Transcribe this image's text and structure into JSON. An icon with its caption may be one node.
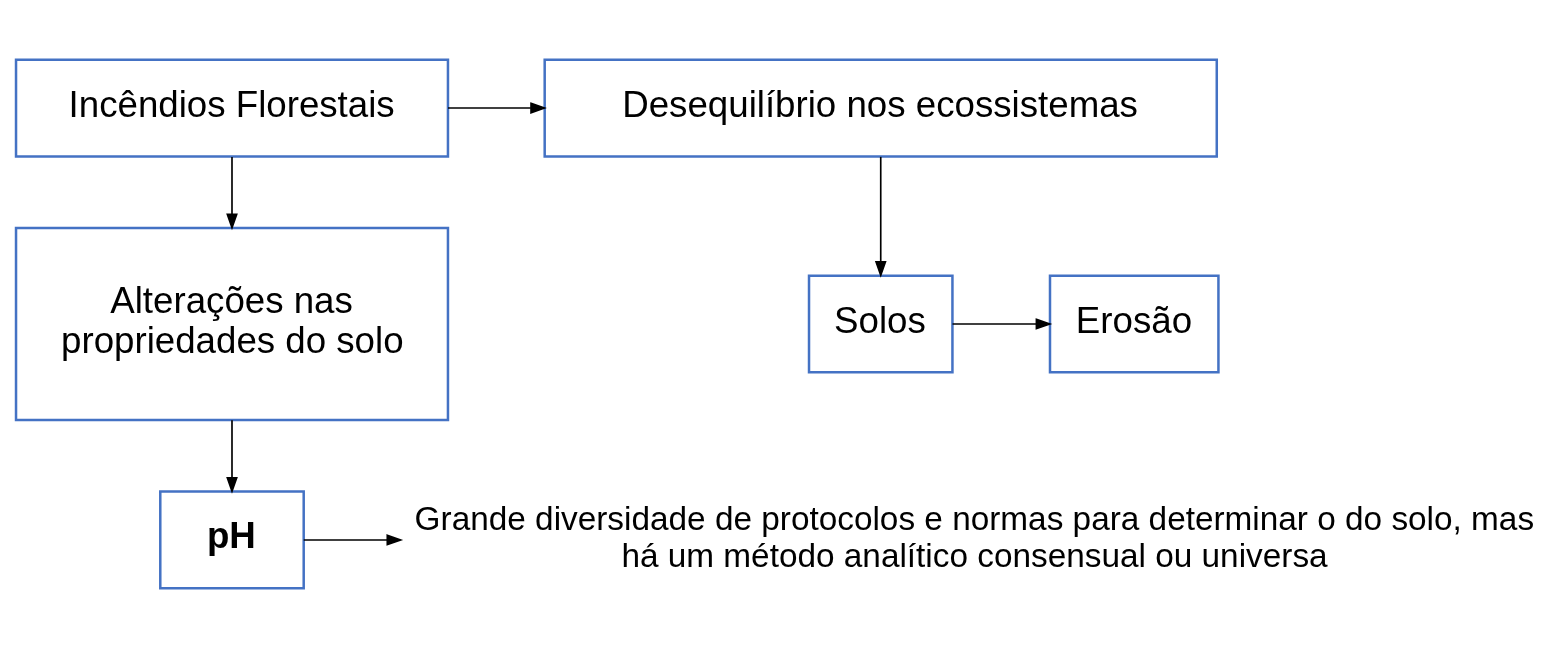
{
  "diagram": {
    "nodes": [
      {
        "text": [
          "Incêndios Florestais"
        ]
      },
      {
        "text": [
          "Desequilíbrio nos ecossistemas"
        ]
      },
      {
        "text": [
          "Alterações nas propriedades do solo"
        ]
      },
      {
        "text": [
          "Solos"
        ]
      },
      {
        "text": [
          "Erosão"
        ]
      },
      {
        "text": [
          "pH"
        ]
      },
      {
        "text": [
          "Grande diversidade de protocolos e normas para determinar o do solo, mas há um método analítico consensual ou universa"
        ]
      }
    ],
    "edges": [
      {
        "from": 0,
        "to": 1,
        "arrow": "to"
      },
      {
        "from": 0,
        "to": 2,
        "arrow": "to"
      },
      {
        "from": 1,
        "to": 3,
        "arrow": "to"
      },
      {
        "from": 3,
        "to": 4,
        "arrow": "to"
      },
      {
        "from": 2,
        "to": 5,
        "arrow": "to"
      },
      {
        "from": 5,
        "to": 6,
        "arrow": "to"
      }
    ]
  }
}
